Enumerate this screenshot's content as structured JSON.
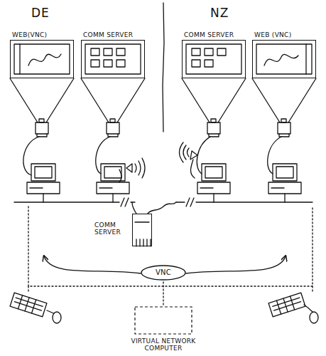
{
  "diagram": {
    "nodes": [
      {
        "text": [
          "WEB(VNC)"
        ]
      },
      {
        "text": [
          "COMM SERVER"
        ]
      },
      {
        "text": [
          "COMM SERVER"
        ]
      },
      {
        "text": [
          "WEB (VNC)"
        ]
      },
      {
        "text": [
          "COMM SERVER"
        ]
      },
      {
        "text": [
          "VNC"
        ]
      },
      {
        "text": [
          "VIRTUAL NETWORK COMPUTER"
        ]
      }
    ],
    "labels": [
      "DE",
      "NZ"
    ]
  }
}
